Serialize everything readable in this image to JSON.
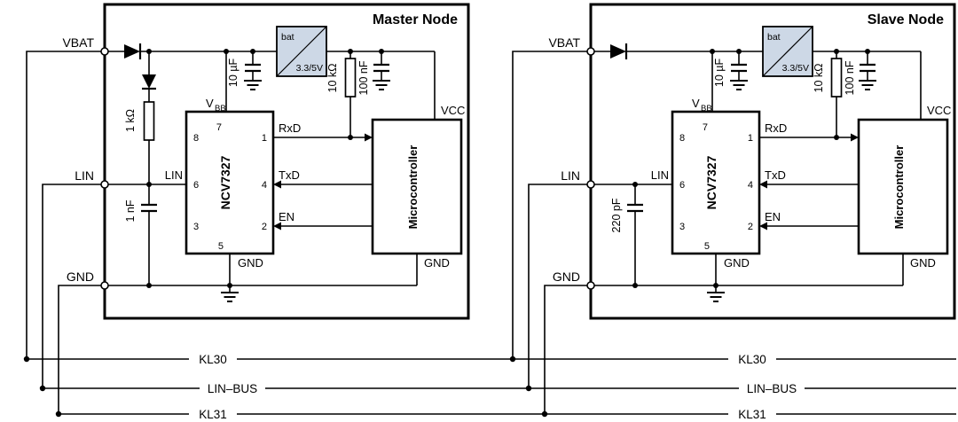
{
  "colors": {
    "regulator_fill": "#cdd8e6",
    "wire": "#000000",
    "background": "#ffffff"
  },
  "nodes": [
    {
      "title": "Master Node",
      "terminals": {
        "vbat": "VBAT",
        "lin": "LIN",
        "gnd": "GND"
      },
      "components": {
        "master_pullup_resistor": "1 kΩ",
        "lin_capacitor": "1 nF",
        "vbb_capacitor": "10 µF",
        "regulator_top": "bat",
        "regulator_bottom": "3.3/5V",
        "rxd_pullup_resistor": "10 kΩ",
        "vcc_capacitor": "100 nF"
      },
      "transceiver": {
        "name": "NCV7327",
        "vbb_main": "V",
        "vbb_sub": "BB",
        "lin_pin_label": "LIN",
        "gnd_label": "GND",
        "pins": {
          "p1": "1",
          "p2": "2",
          "p3": "3",
          "p4": "4",
          "p5": "5",
          "p6": "6",
          "p7": "7",
          "p8": "8"
        }
      },
      "signals": {
        "rxd": "RxD",
        "txd": "TxD",
        "en": "EN"
      },
      "mcu": {
        "name": "Microcontroller",
        "vcc_label": "VCC",
        "gnd_label": "GND"
      }
    },
    {
      "title": "Slave Node",
      "terminals": {
        "vbat": "VBAT",
        "lin": "LIN",
        "gnd": "GND"
      },
      "components": {
        "lin_capacitor": "220 pF",
        "vbb_capacitor": "10 µF",
        "regulator_top": "bat",
        "regulator_bottom": "3.3/5V",
        "rxd_pullup_resistor": "10 kΩ",
        "vcc_capacitor": "100 nF"
      },
      "transceiver": {
        "name": "NCV7327",
        "vbb_main": "V",
        "vbb_sub": "BB",
        "lin_pin_label": "LIN",
        "gnd_label": "GND",
        "pins": {
          "p1": "1",
          "p2": "2",
          "p3": "3",
          "p4": "4",
          "p5": "5",
          "p6": "6",
          "p7": "7",
          "p8": "8"
        }
      },
      "signals": {
        "rxd": "RxD",
        "txd": "TxD",
        "en": "EN"
      },
      "mcu": {
        "name": "Microcontroller",
        "vcc_label": "VCC",
        "gnd_label": "GND"
      }
    }
  ],
  "buses": [
    {
      "label_left": "KL30",
      "label_right": "KL30"
    },
    {
      "label_left": "LIN–BUS",
      "label_right": "LIN–BUS"
    },
    {
      "label_left": "KL31",
      "label_right": "KL31"
    }
  ]
}
